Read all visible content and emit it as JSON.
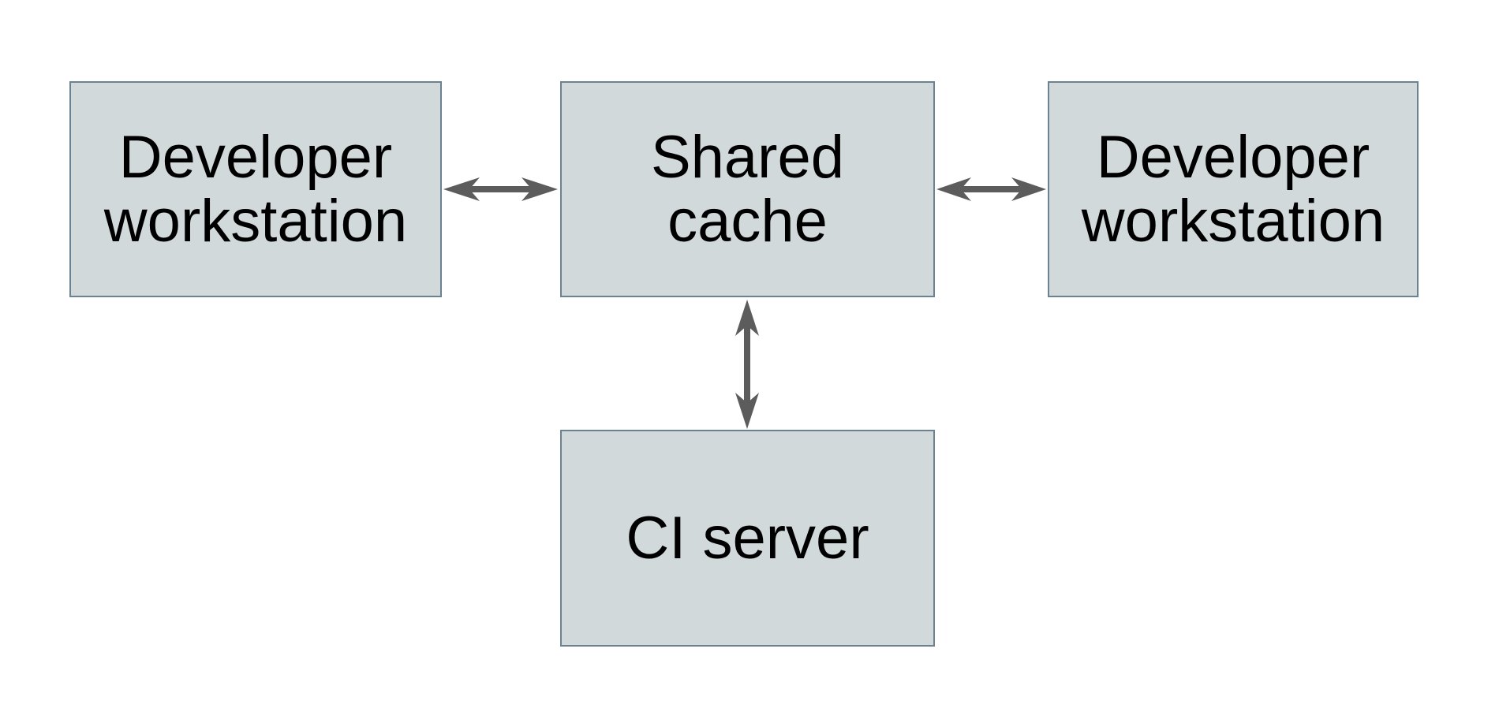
{
  "diagram": {
    "nodes": [
      {
        "id": "developer-workstation-left",
        "label": "Developer\nworkstation"
      },
      {
        "id": "shared-cache",
        "label": "Shared\ncache"
      },
      {
        "id": "developer-workstation-right",
        "label": "Developer\nworkstation"
      },
      {
        "id": "ci-server",
        "label": "CI server"
      }
    ],
    "edges": [
      {
        "from": "developer-workstation-left",
        "to": "shared-cache",
        "direction": "bidirectional"
      },
      {
        "from": "shared-cache",
        "to": "developer-workstation-right",
        "direction": "bidirectional"
      },
      {
        "from": "shared-cache",
        "to": "ci-server",
        "direction": "bidirectional"
      }
    ]
  },
  "colors": {
    "box_fill": "#d2d9da",
    "box_border": "#6d8290",
    "arrow": "#5c5c5c",
    "text": "#000000",
    "background": "#ffffff"
  }
}
